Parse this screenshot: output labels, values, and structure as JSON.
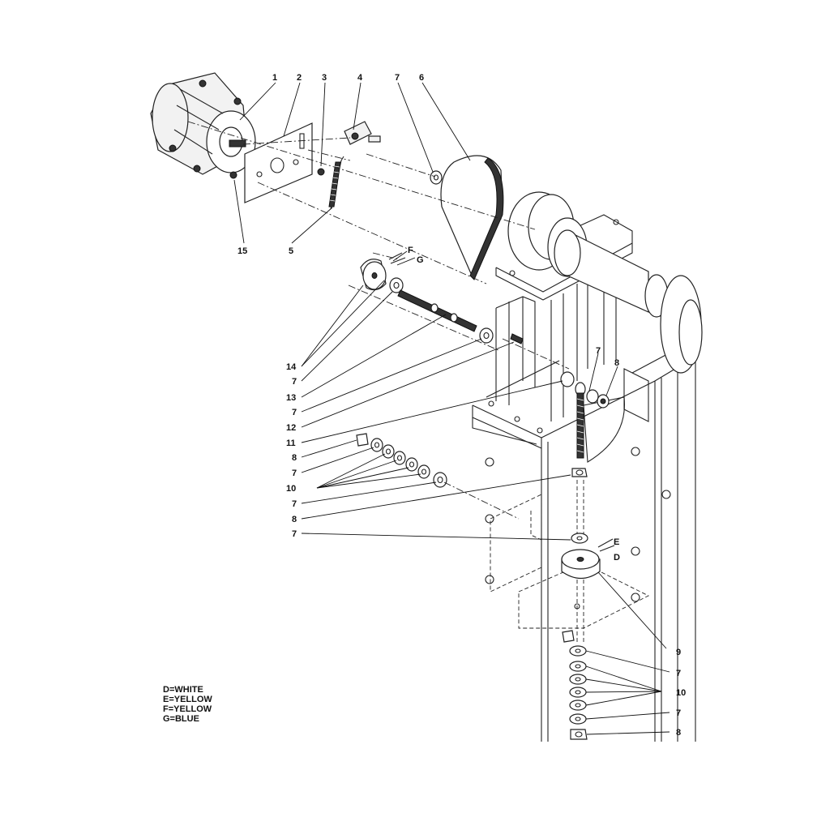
{
  "callouts": {
    "c1": "1",
    "c2": "2",
    "c3": "3",
    "c4": "4",
    "c5": "5",
    "c6": "6",
    "c7top": "7",
    "c15": "15",
    "F": "F",
    "G": "G",
    "c14": "14",
    "c7a": "7",
    "c13": "13",
    "c7b": "7",
    "c12": "12",
    "c11": "11",
    "c8a": "8",
    "c7c": "7",
    "c10a": "10",
    "c7d": "7",
    "c8b": "8",
    "c7e": "7",
    "E": "E",
    "D": "D",
    "c7r": "7",
    "c8r": "8",
    "c9": "9",
    "c7f": "7",
    "c10b": "10",
    "c7g": "7",
    "c8c": "8"
  },
  "legend": [
    "D=WHITE",
    "E=YELLOW",
    "F=YELLOW",
    "G=BLUE"
  ]
}
